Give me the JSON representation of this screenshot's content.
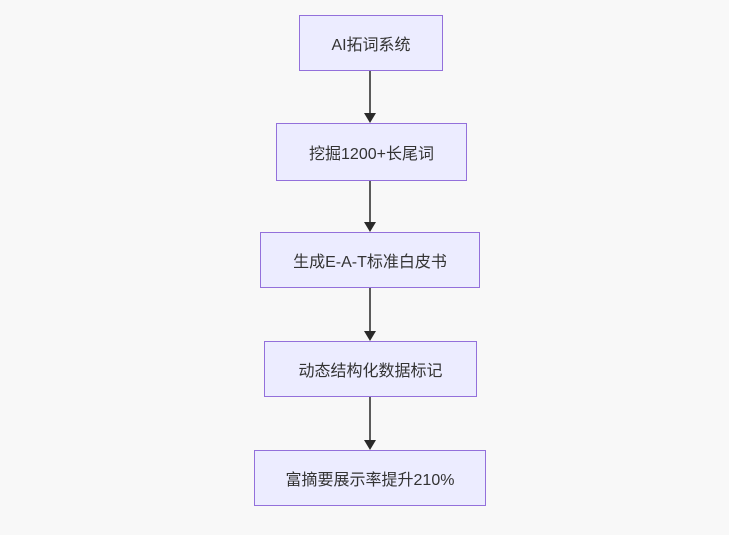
{
  "diagram": {
    "type": "flowchart-vertical",
    "nodes": [
      {
        "id": "n1",
        "label": "AI拓词系统"
      },
      {
        "id": "n2",
        "label": "挖掘1200+长尾词"
      },
      {
        "id": "n3",
        "label": "生成E-A-T标准白皮书"
      },
      {
        "id": "n4",
        "label": "动态结构化数据标记"
      },
      {
        "id": "n5",
        "label": "富摘要展示率提升210%"
      }
    ],
    "edges": [
      {
        "from": "n1",
        "to": "n2"
      },
      {
        "from": "n2",
        "to": "n3"
      },
      {
        "from": "n3",
        "to": "n4"
      },
      {
        "from": "n4",
        "to": "n5"
      }
    ]
  },
  "colors": {
    "background": "#f8f8f8",
    "node_fill": "#ececff",
    "node_border": "#9370db",
    "edge_line": "#5b5b5b",
    "edge_head": "#2a2a2a",
    "text": "#333333"
  }
}
